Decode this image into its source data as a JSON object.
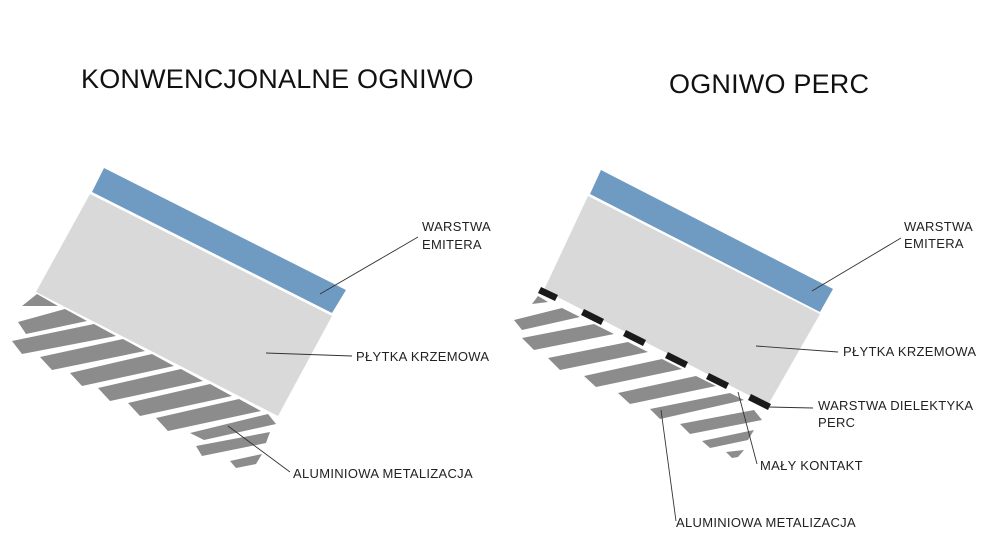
{
  "colors": {
    "emitter": "#6F9BC3",
    "wafer": "#D9D9D9",
    "aluminium_stripes": "#8C8C8C",
    "dielectric_contacts": "#1A1A1A",
    "text": "#111111"
  },
  "left_panel": {
    "title": "KONWENCJONALNE OGNIWO",
    "labels": {
      "emitter_line1": "WARSTWA",
      "emitter_line2": "EMITERA",
      "wafer": "PŁYTKA KRZEMOWA",
      "metallization": "ALUMINIOWA METALIZACJA"
    }
  },
  "right_panel": {
    "title": "OGNIWO PERC",
    "labels": {
      "emitter_line1": "WARSTWA",
      "emitter_line2": "EMITERA",
      "wafer": "PŁYTKA KRZEMOWA",
      "dielectric_line1": "WARSTWA DIELEKTYKA",
      "dielectric_line2": "PERC",
      "small_contact": "MAŁY KONTAKT",
      "metallization": "ALUMINIOWA METALIZACJA"
    }
  }
}
